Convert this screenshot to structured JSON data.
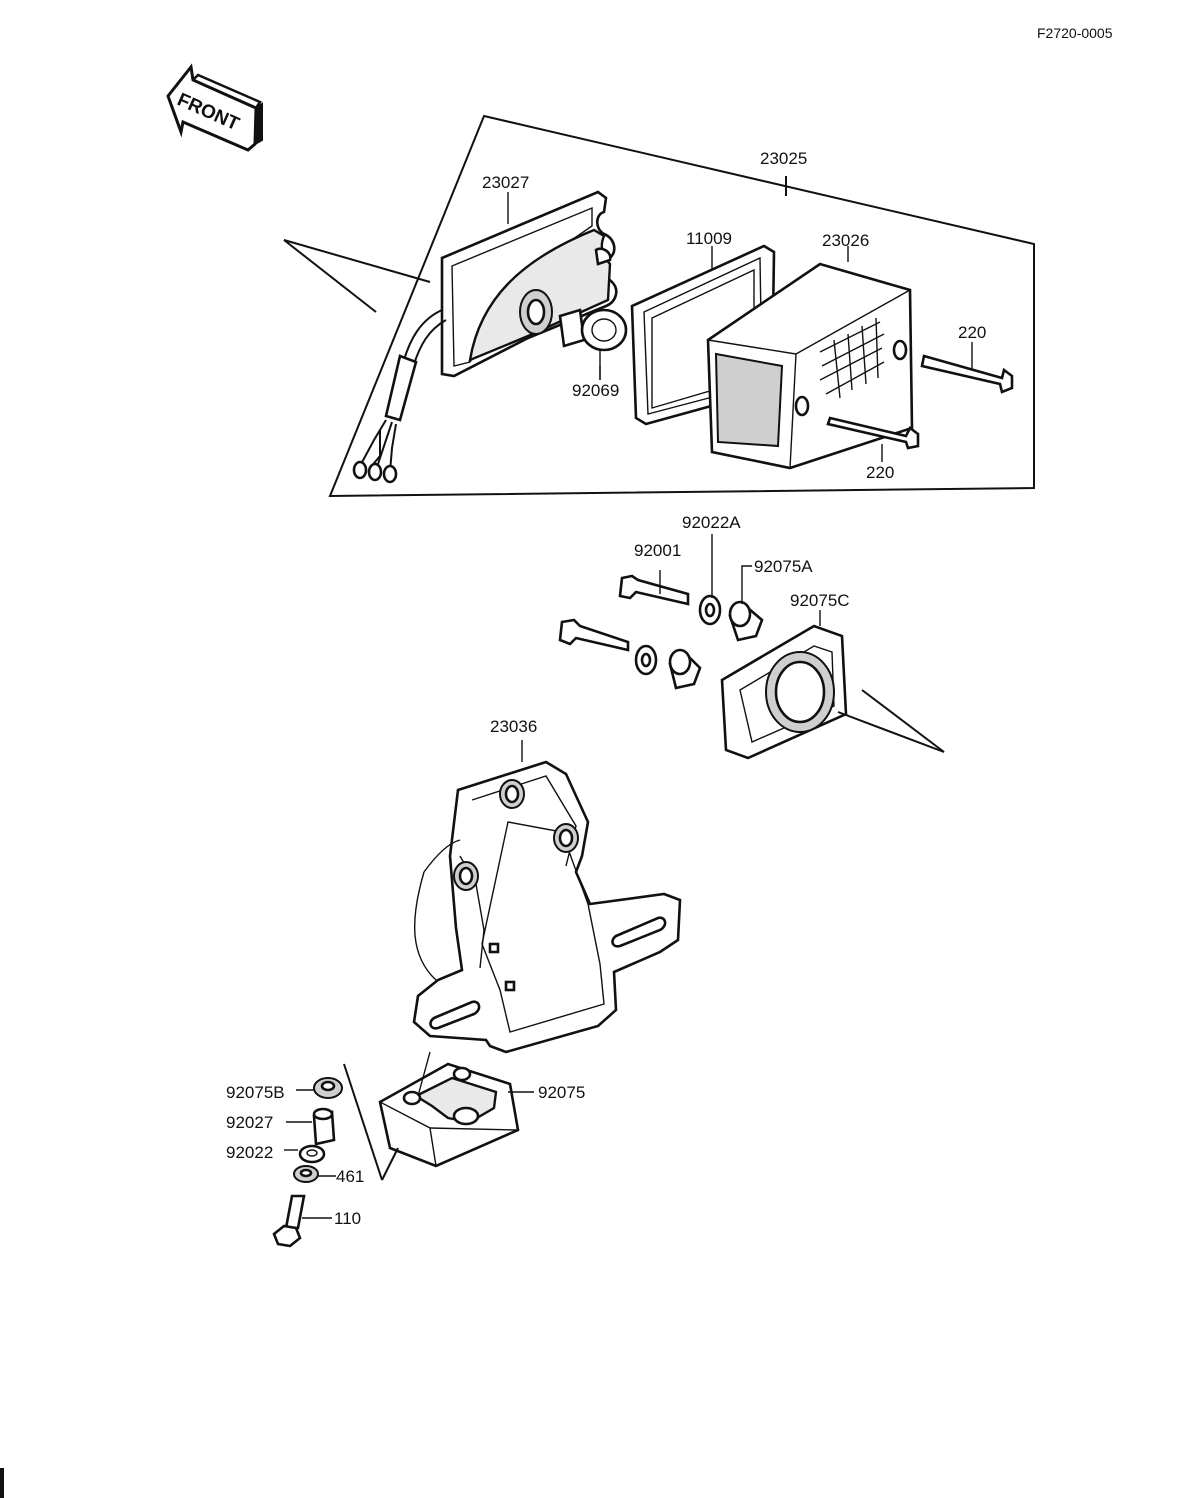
{
  "drawing_code": "F2720-0005",
  "front_label": "FRONT",
  "labels": {
    "l23025": "23025",
    "l23027": "23027",
    "l11009": "11009",
    "l23026": "23026",
    "l220a": "220",
    "l220b": "220",
    "l92069": "92069",
    "l92022A": "92022A",
    "l92001": "92001",
    "l92075A": "92075A",
    "l92075C": "92075C",
    "l23036": "23036",
    "l92075B": "92075B",
    "l92027": "92027",
    "l92022": "92022",
    "l461": "461",
    "l110": "110",
    "l92075": "92075"
  },
  "colors": {
    "ink": "#111111",
    "paper": "#ffffff"
  }
}
